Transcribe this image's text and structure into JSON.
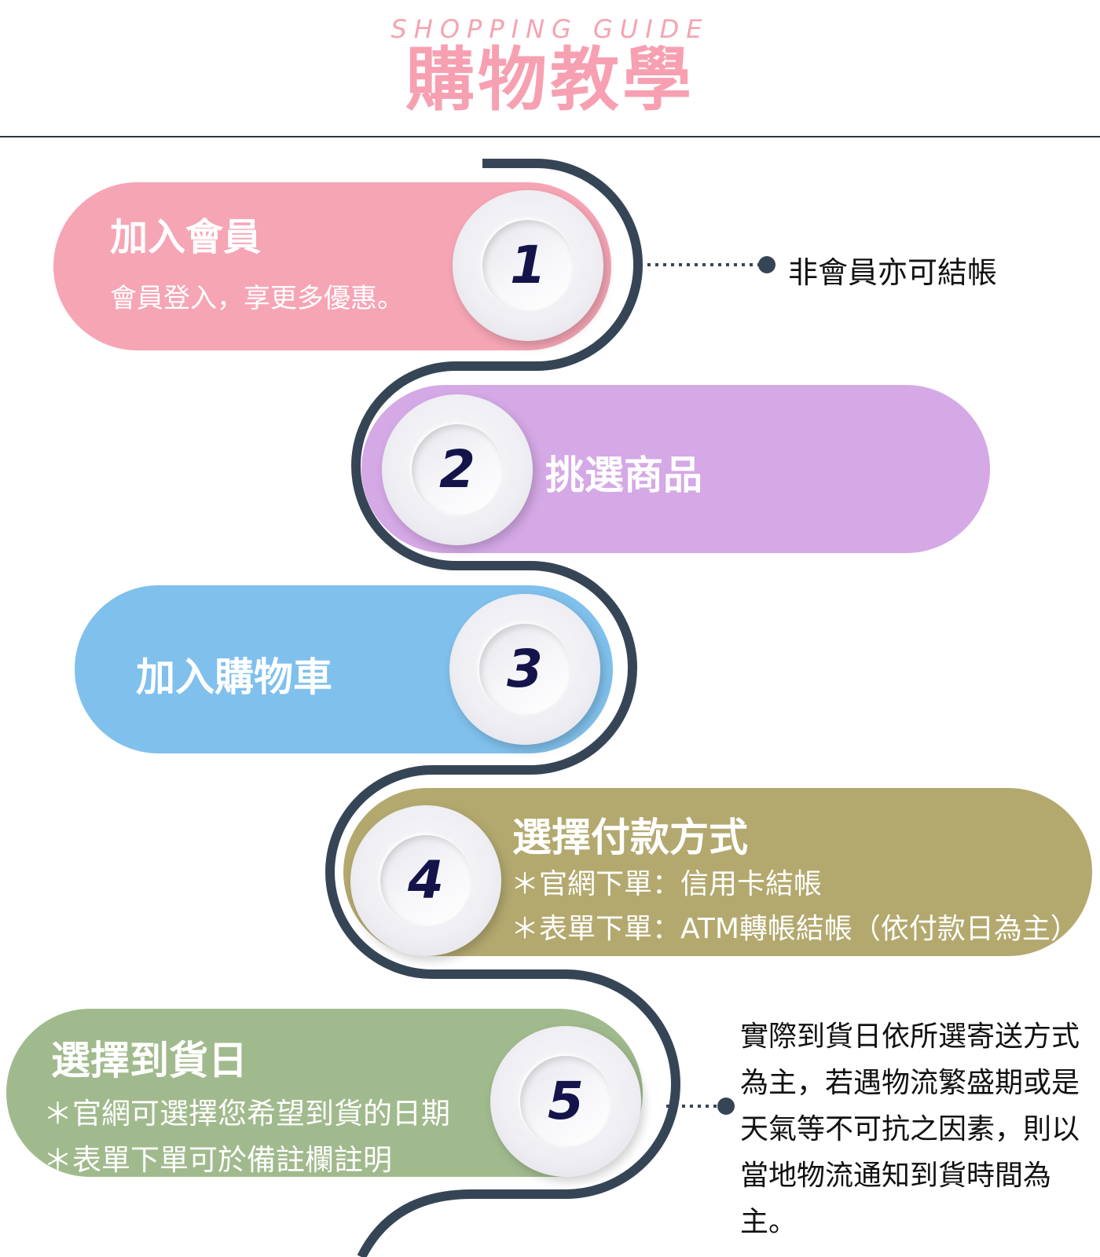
{
  "header": {
    "subtitle": "SHOPPING GUIDE",
    "title": "購物教學"
  },
  "steps": [
    {
      "number": "1",
      "title": "加入會員",
      "lines": [
        "會員登入，享更多優惠。"
      ],
      "color": "#f6a5b5"
    },
    {
      "number": "2",
      "title": "挑選商品",
      "lines": [],
      "color": "#d5a8e6"
    },
    {
      "number": "3",
      "title": "加入購物車",
      "lines": [],
      "color": "#80c0ec"
    },
    {
      "number": "4",
      "title": "選擇付款方式",
      "lines": [
        "＊官網下單：信用卡結帳",
        "＊表單下單：ATM轉帳結帳（依付款日為主）"
      ],
      "color": "#b3a96f"
    },
    {
      "number": "5",
      "title": "選擇到貨日",
      "lines": [
        "＊官網可選擇您希望到貨的日期",
        "＊表單下單可於備註欄註明"
      ],
      "color": "#a1ba8d"
    }
  ],
  "notes": {
    "step1": "非會員亦可結帳",
    "step5": "實際到貨日依所選寄送方式為主，若遇物流繁盛期或是天氣等不可抗之因素，則以當地物流通知到貨時間為主。"
  },
  "colors": {
    "title_pink": "#f7a0b1",
    "path": "#364556",
    "number": "#14134a"
  }
}
